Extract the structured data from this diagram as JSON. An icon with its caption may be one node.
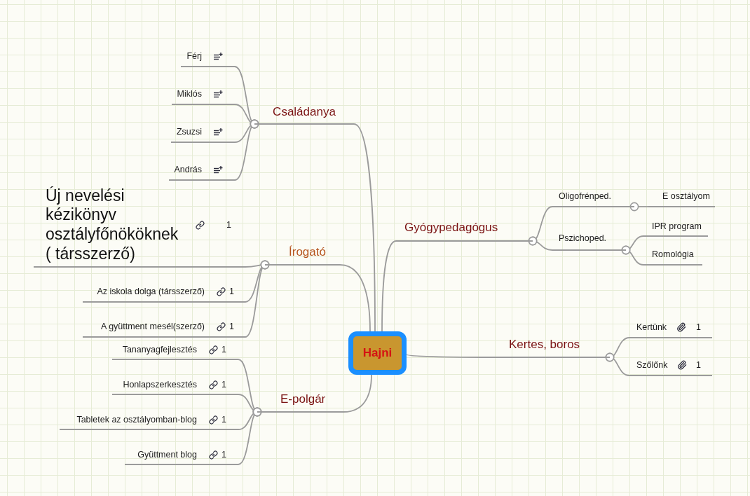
{
  "diagram": {
    "nodes": [
      {
        "text": [
          "Hajni"
        ]
      },
      {
        "text": [
          "Családanya"
        ]
      },
      {
        "text": [
          "Férj"
        ]
      },
      {
        "text": [
          "Miklós"
        ]
      },
      {
        "text": [
          "Zsuzsi"
        ]
      },
      {
        "text": [
          "András"
        ]
      },
      {
        "text": [
          "Gyógypedagógus"
        ]
      },
      {
        "text": [
          "Oligofrénped."
        ]
      },
      {
        "text": [
          "E osztályom"
        ]
      },
      {
        "text": [
          "Pszichoped."
        ]
      },
      {
        "text": [
          "IPR program"
        ]
      },
      {
        "text": [
          "Romológia"
        ]
      },
      {
        "text": [
          "Írogató"
        ]
      },
      {
        "text": [
          "Új nevelési kézikönyv osztályfőnököknek ( társszerző)"
        ],
        "beside": [
          "1"
        ]
      },
      {
        "text": [
          "Az iskola dolga (társszerző)"
        ],
        "beside": [
          "1"
        ]
      },
      {
        "text": [
          "A gyüttment mesél(szerző)"
        ],
        "beside": [
          "1"
        ]
      },
      {
        "text": [
          "Kertes, boros"
        ]
      },
      {
        "text": [
          "Kertünk"
        ],
        "beside": [
          "1"
        ]
      },
      {
        "text": [
          "Szőlőnk"
        ],
        "beside": [
          "1"
        ]
      },
      {
        "text": [
          "E-polgár"
        ]
      },
      {
        "text": [
          "Tananyagfejlesztés"
        ],
        "beside": [
          "1"
        ]
      },
      {
        "text": [
          "Honlapszerkesztés"
        ],
        "beside": [
          "1"
        ]
      },
      {
        "text": [
          "Tabletek az osztályomban-blog"
        ],
        "beside": [
          "1"
        ]
      },
      {
        "text": [
          "Gyüttment blog"
        ],
        "beside": [
          "1"
        ]
      }
    ],
    "edges": [
      {
        "from": 0,
        "to": 1,
        "arrow": "none"
      },
      {
        "from": 1,
        "to": 2,
        "arrow": "other"
      },
      {
        "from": 1,
        "to": 3,
        "arrow": "other"
      },
      {
        "from": 1,
        "to": 4,
        "arrow": "other"
      },
      {
        "from": 1,
        "to": 5,
        "arrow": "other"
      },
      {
        "from": 0,
        "to": 6,
        "arrow": "none"
      },
      {
        "from": 6,
        "to": 7,
        "arrow": "other"
      },
      {
        "from": 7,
        "to": 8,
        "arrow": "other"
      },
      {
        "from": 6,
        "to": 9,
        "arrow": "other"
      },
      {
        "from": 9,
        "to": 10,
        "arrow": "other"
      },
      {
        "from": 9,
        "to": 11,
        "arrow": "other"
      },
      {
        "from": 0,
        "to": 12,
        "arrow": "none"
      },
      {
        "from": 12,
        "to": 13,
        "arrow": "other"
      },
      {
        "from": 12,
        "to": 14,
        "arrow": "other"
      },
      {
        "from": 12,
        "to": 15,
        "arrow": "other"
      },
      {
        "from": 0,
        "to": 16,
        "arrow": "none"
      },
      {
        "from": 16,
        "to": 17,
        "arrow": "other"
      },
      {
        "from": 16,
        "to": 18,
        "arrow": "other"
      },
      {
        "from": 0,
        "to": 19,
        "arrow": "none"
      },
      {
        "from": 19,
        "to": 20,
        "arrow": "other"
      },
      {
        "from": 19,
        "to": 21,
        "arrow": "other"
      },
      {
        "from": 19,
        "to": 22,
        "arrow": "other"
      },
      {
        "from": 19,
        "to": 23,
        "arrow": "other"
      }
    ]
  }
}
